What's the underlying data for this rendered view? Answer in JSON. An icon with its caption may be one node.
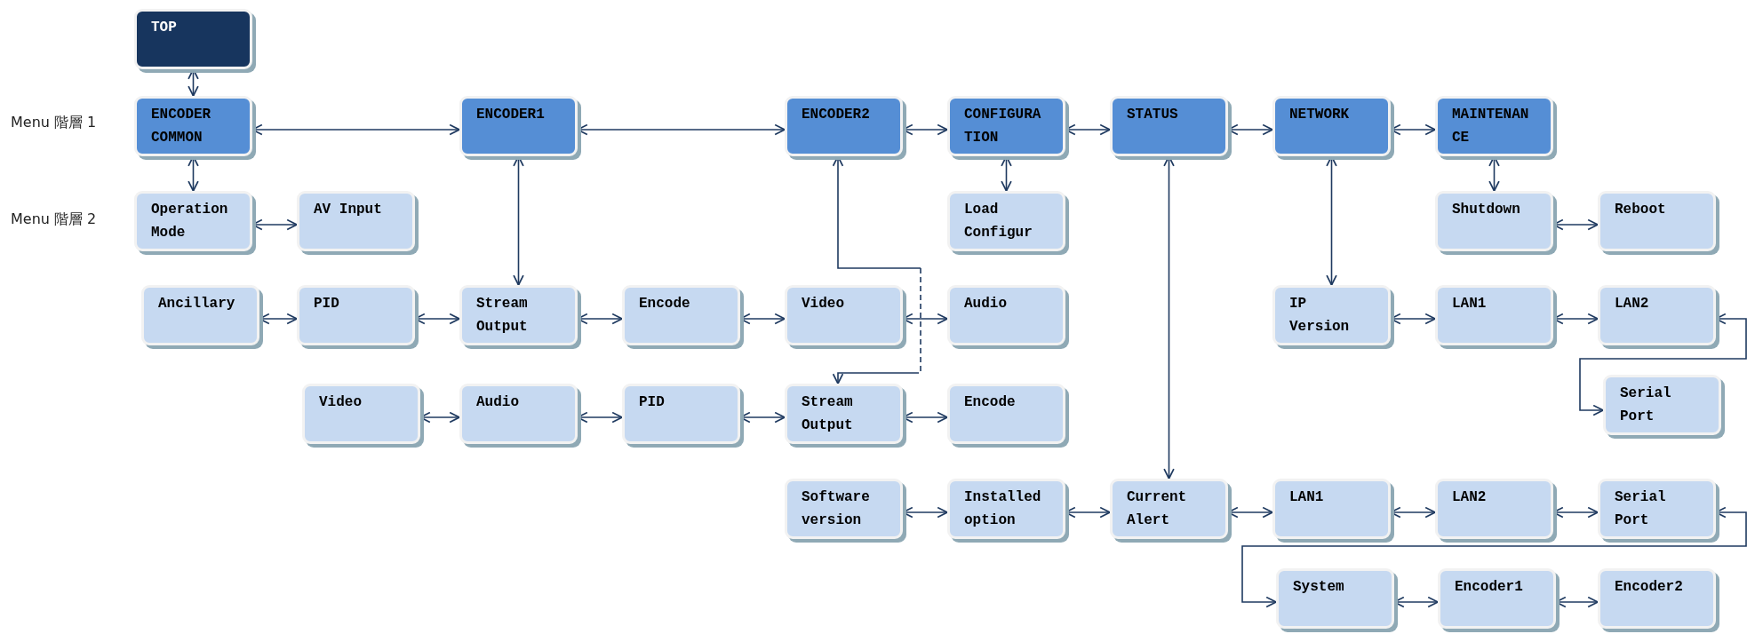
{
  "diagram": {
    "nodes": [
      {
        "text": [
          "TOP"
        ]
      },
      {
        "text": [
          "ENCODER COMMON"
        ]
      },
      {
        "text": [
          "ENCODER1"
        ]
      },
      {
        "text": [
          "ENCODER2"
        ]
      },
      {
        "text": [
          "CONFIGURATION"
        ]
      },
      {
        "text": [
          "STATUS"
        ]
      },
      {
        "text": [
          "NETWORK"
        ]
      },
      {
        "text": [
          "MAINTENANCE"
        ]
      },
      {
        "text": [
          "Operation Mode"
        ]
      },
      {
        "text": [
          "AV Input"
        ]
      },
      {
        "text": [
          "Load Configur"
        ]
      },
      {
        "text": [
          "Shutdown"
        ]
      },
      {
        "text": [
          "Reboot"
        ]
      },
      {
        "text": [
          "Ancillary"
        ]
      },
      {
        "text": [
          "PID"
        ]
      },
      {
        "text": [
          "Stream Output"
        ]
      },
      {
        "text": [
          "Encode"
        ]
      },
      {
        "text": [
          "Video"
        ]
      },
      {
        "text": [
          "Audio"
        ]
      },
      {
        "text": [
          "IP Version"
        ]
      },
      {
        "text": [
          "LAN1"
        ]
      },
      {
        "text": [
          "LAN2"
        ]
      },
      {
        "text": [
          "Serial Port"
        ]
      },
      {
        "text": [
          "Video"
        ]
      },
      {
        "text": [
          "Audio"
        ]
      },
      {
        "text": [
          "PID"
        ]
      },
      {
        "text": [
          "Stream Output"
        ]
      },
      {
        "text": [
          "Encode"
        ]
      },
      {
        "text": [
          "Software version"
        ]
      },
      {
        "text": [
          "Installed option"
        ]
      },
      {
        "text": [
          "Current Alert"
        ]
      },
      {
        "text": [
          "LAN1"
        ]
      },
      {
        "text": [
          "LAN2"
        ]
      },
      {
        "text": [
          "Serial Port"
        ]
      },
      {
        "text": [
          "System"
        ]
      },
      {
        "text": [
          "Encoder1"
        ]
      },
      {
        "text": [
          "Encoder2"
        ]
      }
    ],
    "edges": [
      {
        "from": 0,
        "to": 1,
        "arrow": "both"
      },
      {
        "from": 1,
        "to": 2,
        "arrow": "both"
      },
      {
        "from": 2,
        "to": 3,
        "arrow": "both"
      },
      {
        "from": 3,
        "to": 4,
        "arrow": "both"
      },
      {
        "from": 4,
        "to": 5,
        "arrow": "both"
      },
      {
        "from": 5,
        "to": 6,
        "arrow": "both"
      },
      {
        "from": 6,
        "to": 7,
        "arrow": "both"
      },
      {
        "from": 1,
        "to": 8,
        "arrow": "both"
      },
      {
        "from": 8,
        "to": 9,
        "arrow": "both"
      },
      {
        "from": 4,
        "to": 10,
        "arrow": "both"
      },
      {
        "from": 7,
        "to": 11,
        "arrow": "both"
      },
      {
        "from": 11,
        "to": 12,
        "arrow": "both"
      },
      {
        "from": 2,
        "to": 15,
        "arrow": "both"
      },
      {
        "from": 13,
        "to": 14,
        "arrow": "both"
      },
      {
        "from": 14,
        "to": 15,
        "arrow": "both"
      },
      {
        "from": 15,
        "to": 16,
        "arrow": "both"
      },
      {
        "from": 16,
        "to": 17,
        "arrow": "both"
      },
      {
        "from": 17,
        "to": 18,
        "arrow": "both"
      },
      {
        "from": 6,
        "to": 19,
        "arrow": "both"
      },
      {
        "from": 19,
        "to": 20,
        "arrow": "both"
      },
      {
        "from": 20,
        "to": 21,
        "arrow": "both"
      },
      {
        "from": 21,
        "to": 22,
        "arrow": "both"
      },
      {
        "from": 3,
        "to": 26,
        "arrow": "both",
        "style": "dashed"
      },
      {
        "from": 23,
        "to": 24,
        "arrow": "both"
      },
      {
        "from": 24,
        "to": 25,
        "arrow": "both"
      },
      {
        "from": 25,
        "to": 26,
        "arrow": "both"
      },
      {
        "from": 26,
        "to": 27,
        "arrow": "both"
      },
      {
        "from": 5,
        "to": 30,
        "arrow": "both"
      },
      {
        "from": 28,
        "to": 29,
        "arrow": "both"
      },
      {
        "from": 29,
        "to": 30,
        "arrow": "both"
      },
      {
        "from": 30,
        "to": 31,
        "arrow": "both"
      },
      {
        "from": 31,
        "to": 32,
        "arrow": "both"
      },
      {
        "from": 32,
        "to": 33,
        "arrow": "both"
      },
      {
        "from": 33,
        "to": 34,
        "arrow": "both"
      },
      {
        "from": 34,
        "to": 35,
        "arrow": "both"
      },
      {
        "from": 35,
        "to": 36,
        "arrow": "both"
      }
    ],
    "labels": [
      "Menu 階層 1",
      "Menu 階層 2"
    ]
  }
}
